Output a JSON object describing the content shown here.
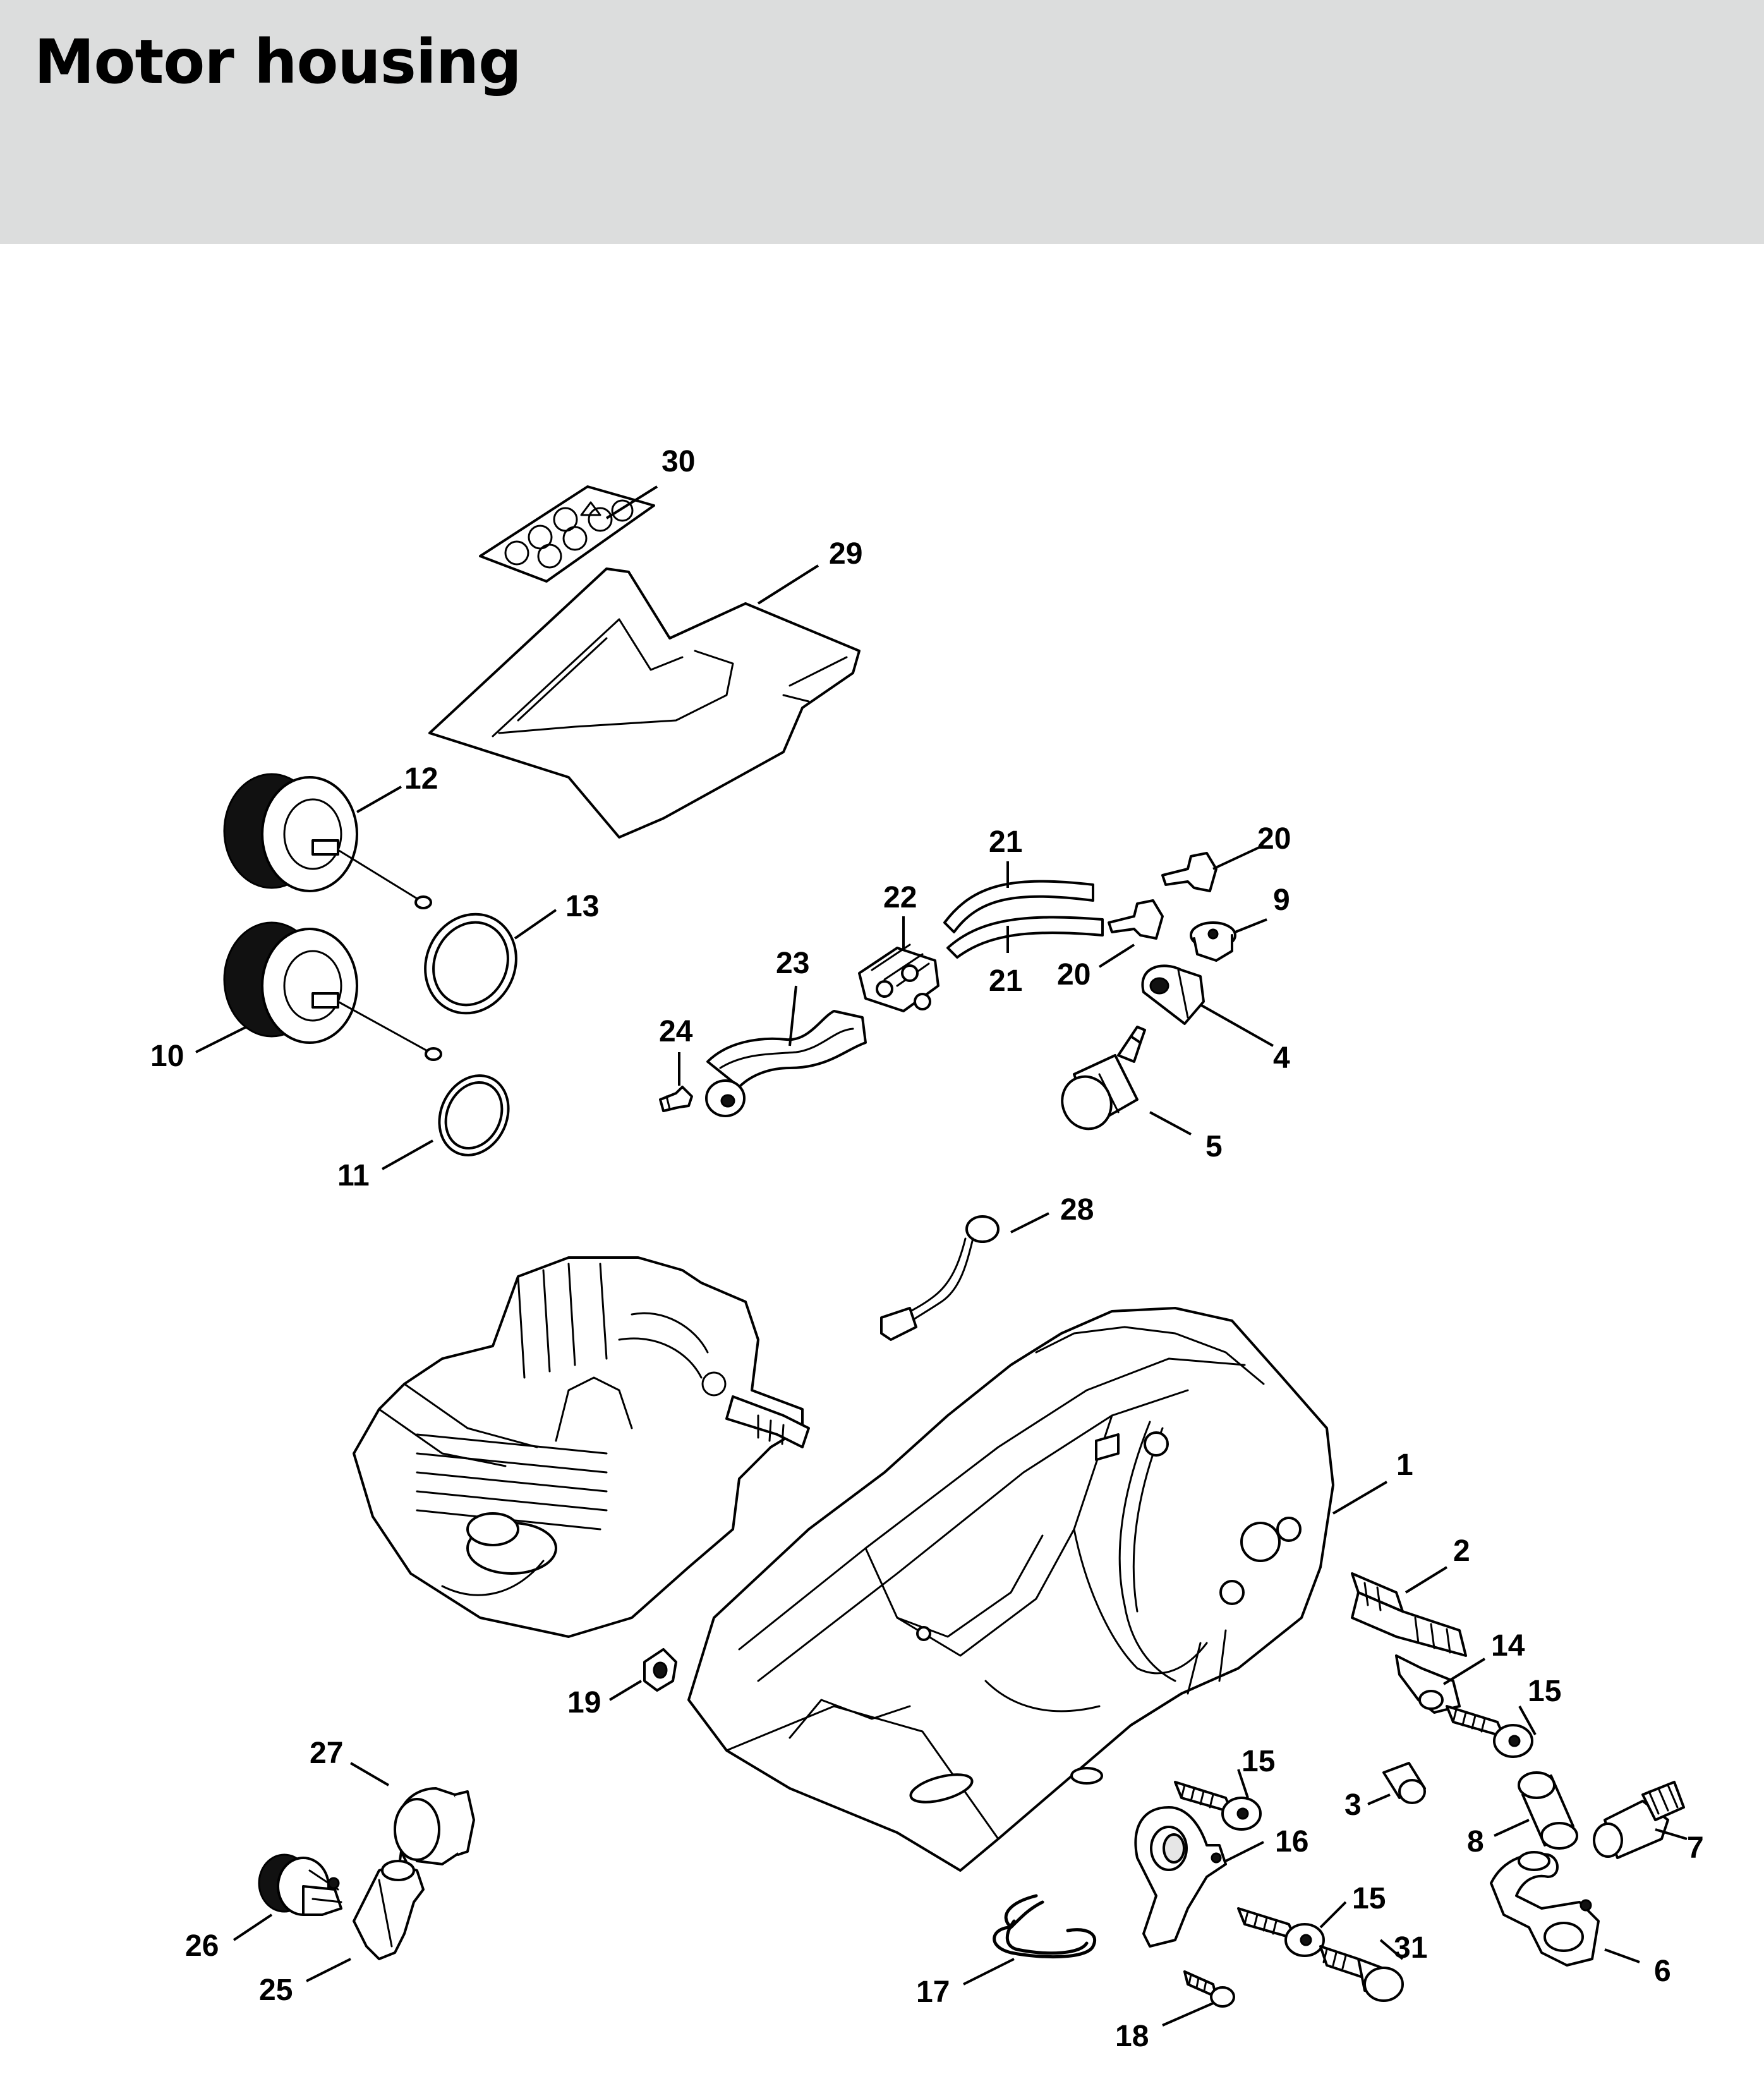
{
  "header": {
    "title": "Motor housing",
    "background_color": "#dcdddd"
  },
  "diagram": {
    "callouts": [
      {
        "id": "30",
        "label": "30"
      },
      {
        "id": "29",
        "label": "29"
      },
      {
        "id": "12",
        "label": "12"
      },
      {
        "id": "13",
        "label": "13"
      },
      {
        "id": "10",
        "label": "10"
      },
      {
        "id": "11",
        "label": "11"
      },
      {
        "id": "21a",
        "label": "21"
      },
      {
        "id": "21b",
        "label": "21"
      },
      {
        "id": "20a",
        "label": "20"
      },
      {
        "id": "20b",
        "label": "20"
      },
      {
        "id": "22",
        "label": "22"
      },
      {
        "id": "23",
        "label": "23"
      },
      {
        "id": "24",
        "label": "24"
      },
      {
        "id": "9",
        "label": "9"
      },
      {
        "id": "4",
        "label": "4"
      },
      {
        "id": "5",
        "label": "5"
      },
      {
        "id": "28",
        "label": "28"
      },
      {
        "id": "1",
        "label": "1"
      },
      {
        "id": "2",
        "label": "2"
      },
      {
        "id": "14",
        "label": "14"
      },
      {
        "id": "15a",
        "label": "15"
      },
      {
        "id": "15b",
        "label": "15"
      },
      {
        "id": "15c",
        "label": "15"
      },
      {
        "id": "3",
        "label": "3"
      },
      {
        "id": "8",
        "label": "8"
      },
      {
        "id": "7",
        "label": "7"
      },
      {
        "id": "6",
        "label": "6"
      },
      {
        "id": "16",
        "label": "16"
      },
      {
        "id": "31",
        "label": "31"
      },
      {
        "id": "18",
        "label": "18"
      },
      {
        "id": "17",
        "label": "17"
      },
      {
        "id": "19",
        "label": "19"
      },
      {
        "id": "27",
        "label": "27"
      },
      {
        "id": "26",
        "label": "26"
      },
      {
        "id": "25",
        "label": "25"
      }
    ]
  }
}
